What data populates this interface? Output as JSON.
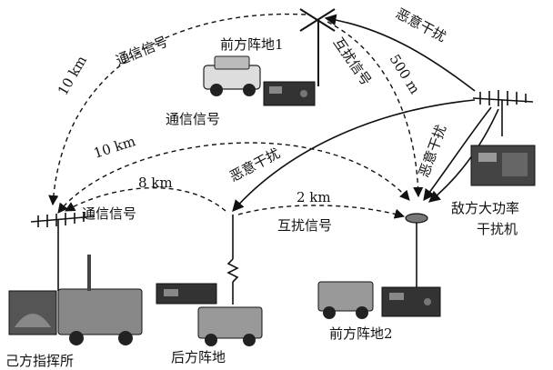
{
  "labels": {
    "front_base_1": "前方阵地1",
    "front_base_2": "前方阵地2",
    "rear_base": "后方阵地",
    "own_command_post": "己方指挥所",
    "enemy_jammer_line1": "敌方大功率",
    "enemy_jammer_line2": "干扰机"
  },
  "links": {
    "comm_top": "通信信号",
    "comm_middle": "通信信号",
    "comm_lower": "通信信号",
    "mutual_interference_top": "互扰信号",
    "mutual_interference_bottom": "互扰信号",
    "malicious_jam_top": "恶意干扰",
    "malicious_jam_right": "恶意干扰",
    "malicious_jam_left": "恶意干扰"
  },
  "distances": {
    "d_10km_top": "10 km",
    "d_10km_mid": "10 km",
    "d_8km": "8 km",
    "d_2km": "2 km",
    "d_500m": "500 m"
  }
}
